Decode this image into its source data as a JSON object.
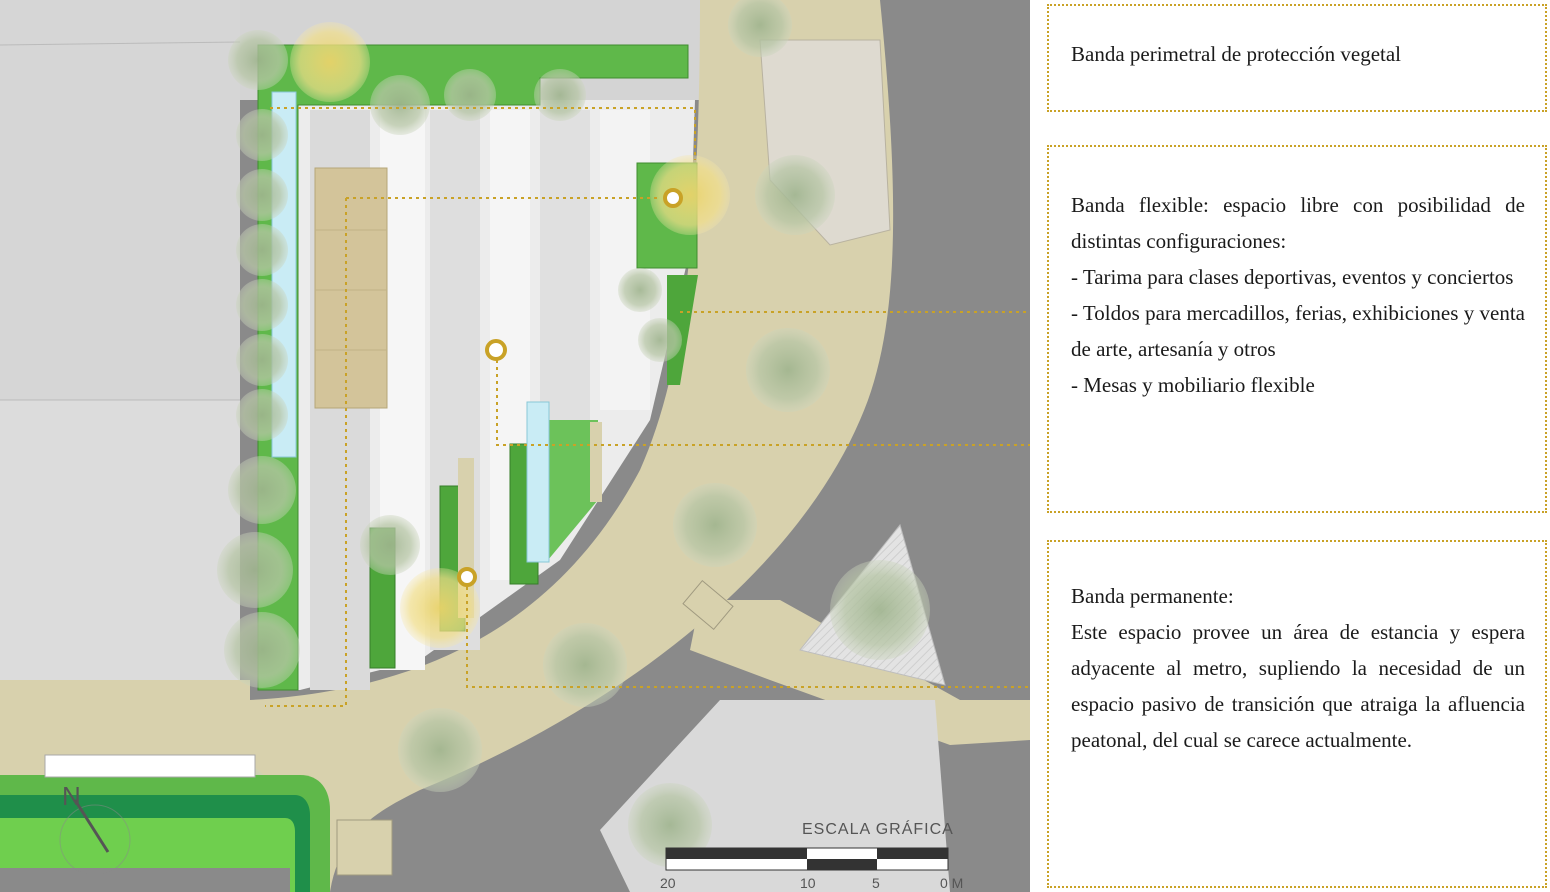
{
  "panels": {
    "perimetral": {
      "title": "Banda perimetral de protección vegetal"
    },
    "flexible": {
      "title": "Banda flexible: espacio libre con posibilidad de distintas configuraciones:",
      "items": [
        "- Tarima para clases deportivas, eventos y conciertos",
        "- Toldos para mercadillos, ferias, exhibiciones y venta de arte, artesanía y otros",
        "- Mesas y mobiliario flexible"
      ]
    },
    "permanente": {
      "title": "Banda permanente:",
      "body": "Este espacio provee un área de estancia y espera adyacente al metro, supliendo la necesidad de un espacio pasivo  de transición que atraiga la afluencia peatonal, del cual se carece actualmente."
    }
  },
  "plan": {
    "north_label": "N",
    "scale_title": "ESCALA GRÁFICA",
    "scale_ticks": [
      "20",
      "10",
      "5",
      "0 M"
    ]
  },
  "colors": {
    "callout": "#c9a227",
    "vegetation": "#5fb84a",
    "sidewalk": "#d8d1ad",
    "road": "#8a8a8a",
    "block": "#d9d9d9"
  }
}
